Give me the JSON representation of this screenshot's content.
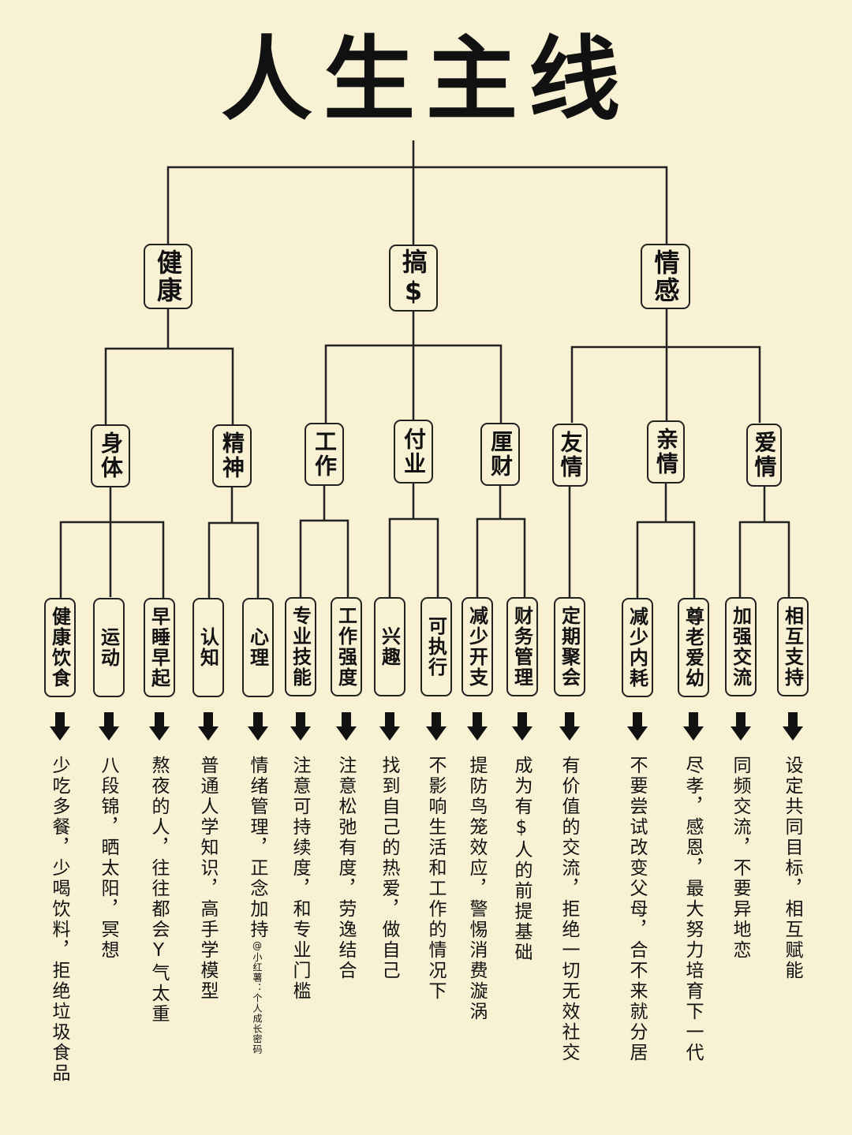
{
  "title": "人生主线",
  "level1": [
    {
      "label": "健康"
    },
    {
      "label": "搞$"
    },
    {
      "label": "情感"
    }
  ],
  "level2": [
    {
      "label": "身体"
    },
    {
      "label": "精神"
    },
    {
      "label": "工作"
    },
    {
      "label": "付业"
    },
    {
      "label": "厘财"
    },
    {
      "label": "友情"
    },
    {
      "label": "亲情"
    },
    {
      "label": "爱情"
    }
  ],
  "level3": [
    {
      "label": "健康饮食",
      "desc": "少吃多餐，少喝饮料，拒绝垃圾食品"
    },
    {
      "label": "运动",
      "desc": "八段锦，晒太阳，冥想"
    },
    {
      "label": "早睡早起",
      "desc": "熬夜的人，往往都会Y气太重"
    },
    {
      "label": "认知",
      "desc": "普通人学知识，高手学模型"
    },
    {
      "label": "心理",
      "desc": "情绪管理，正念加持",
      "watermark": "@小红薯：个人成长密码"
    },
    {
      "label": "专业技能",
      "desc": "注意可持续度，和专业门槛"
    },
    {
      "label": "工作强度",
      "desc": "注意松弛有度，劳逸结合"
    },
    {
      "label": "兴趣",
      "desc": "找到自己的热爱，做自己"
    },
    {
      "label": "可执行",
      "desc": "不影响生活和工作的情况下"
    },
    {
      "label": "减少开支",
      "desc": "提防鸟笼效应，警惕消费漩涡"
    },
    {
      "label": "财务管理",
      "desc": "成为有$人的前提基础"
    },
    {
      "label": "定期聚会",
      "desc": "有价值的交流，拒绝一切无效社交"
    },
    {
      "label": "减少内耗",
      "desc": "不要尝试改变父母，合不来就分居"
    },
    {
      "label": "尊老爱幼",
      "desc": "尽孝，感恩，最大努力培育下一代"
    },
    {
      "label": "加强交流",
      "desc": "同频交流，不要异地恋"
    },
    {
      "label": "相互支持",
      "desc": "设定共同目标，相互赋能"
    }
  ]
}
